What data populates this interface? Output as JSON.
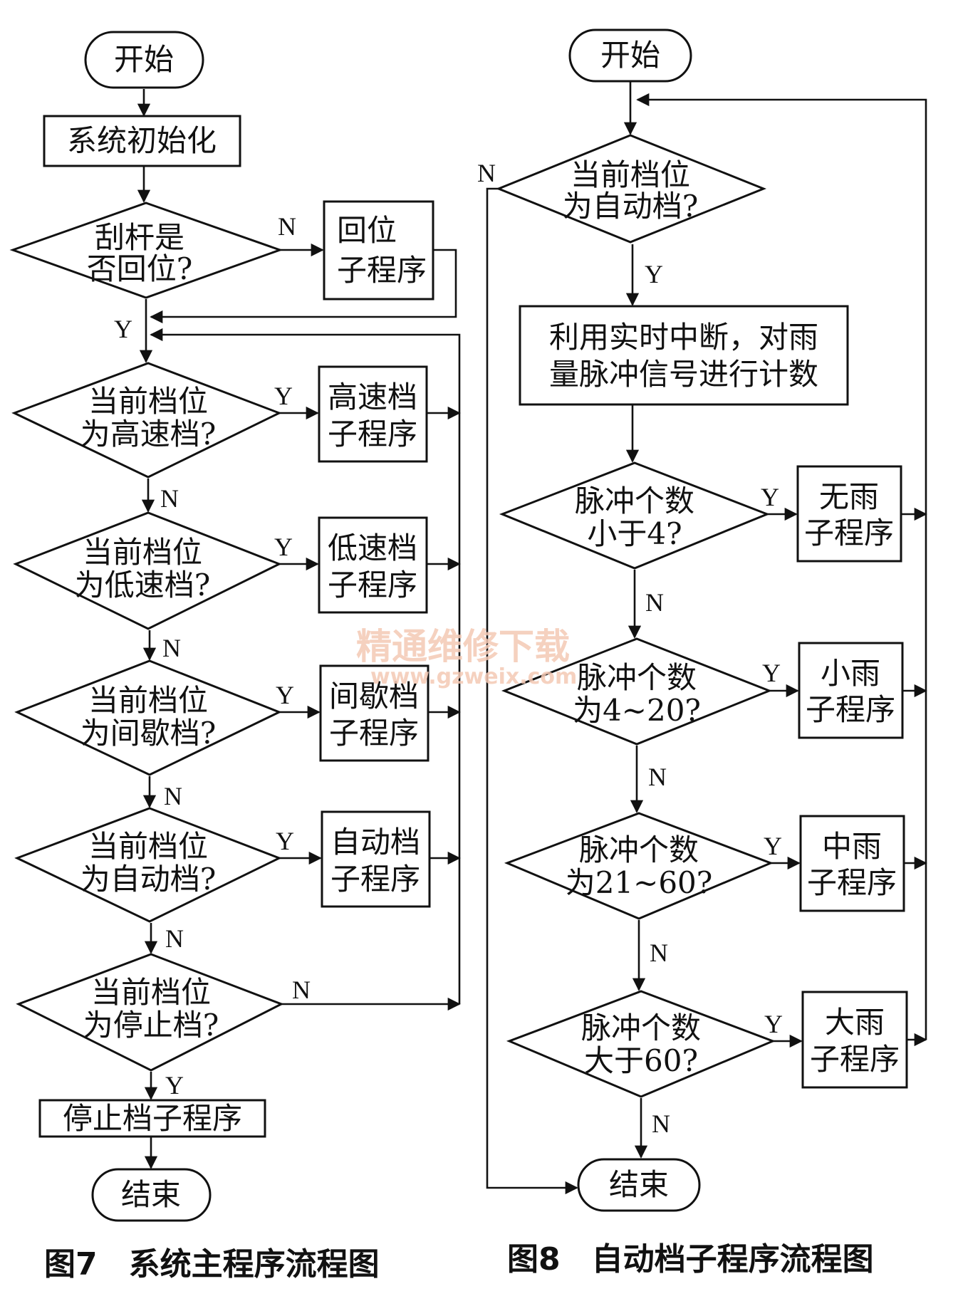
{
  "fig7": {
    "caption": "图7　系统主程序流程图",
    "start": "开始",
    "init": "系统初始化",
    "check_home": [
      "刮杆是",
      "否回位?"
    ],
    "home_sub": [
      "回位",
      "子程序"
    ],
    "check_high": [
      "当前档位",
      "为高速档?"
    ],
    "high_sub": [
      "高速档",
      "子程序"
    ],
    "check_low": [
      "当前档位",
      "为低速档?"
    ],
    "low_sub": [
      "低速档",
      "子程序"
    ],
    "check_intermittent": [
      "当前档位",
      "为间歇档?"
    ],
    "intermittent_sub": [
      "间歇档",
      "子程序"
    ],
    "check_auto": [
      "当前档位",
      "为自动档?"
    ],
    "auto_sub": [
      "自动档",
      "子程序"
    ],
    "check_stop": [
      "当前档位",
      "为停止档?"
    ],
    "stop_sub": "停止档子程序",
    "end": "结束"
  },
  "fig8": {
    "caption": "图8　自动档子程序流程图",
    "start": "开始",
    "check_auto": [
      "当前档位",
      "为自动档?"
    ],
    "count": [
      "利用实时中断，对雨",
      "量脉冲信号进行计数"
    ],
    "check_lt4": [
      "脉冲个数",
      "小于4?"
    ],
    "no_rain": [
      "无雨",
      "子程序"
    ],
    "check_4_20": [
      "脉冲个数",
      "为4~20?"
    ],
    "light_rain": [
      "小雨",
      "子程序"
    ],
    "check_21_60": [
      "脉冲个数",
      "为21~60?"
    ],
    "moderate_rain": [
      "中雨",
      "子程序"
    ],
    "check_gt60": [
      "脉冲个数",
      "大于60?"
    ],
    "heavy_rain": [
      "大雨",
      "子程序"
    ],
    "end": "结束"
  },
  "yes": "Y",
  "no": "N",
  "watermark": {
    "name": "精通维修下载",
    "url": "www.gzweix.com"
  }
}
